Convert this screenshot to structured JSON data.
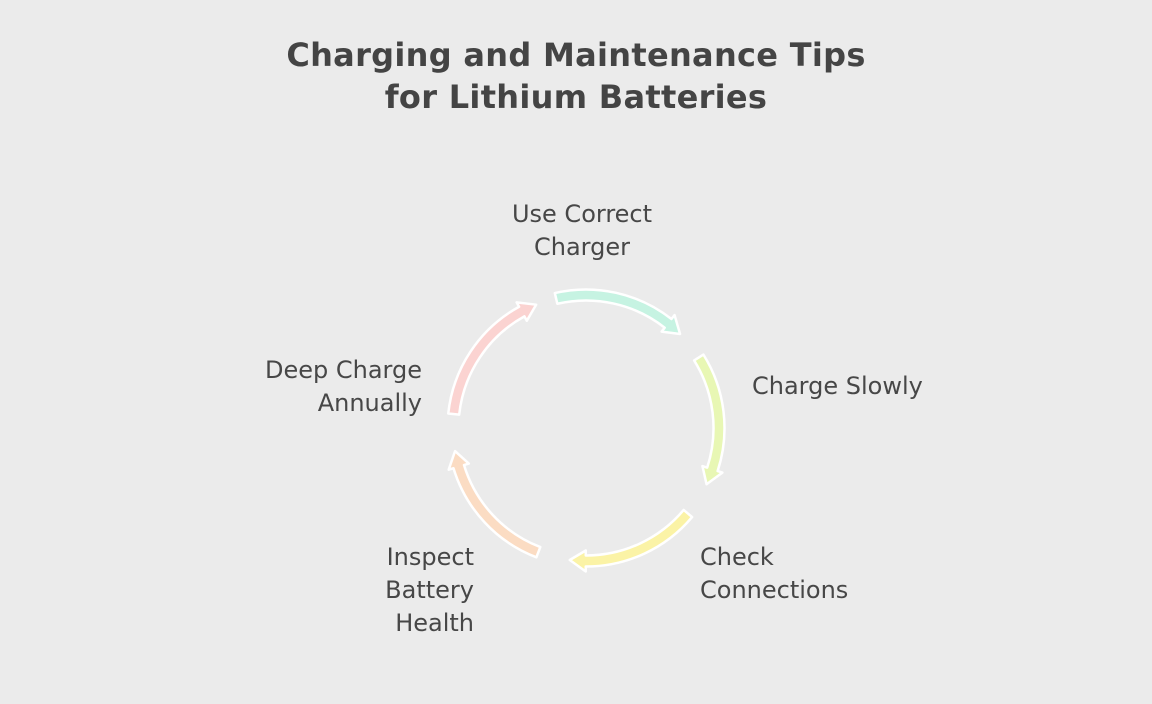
{
  "title": {
    "line1": "Charging and Maintenance Tips",
    "line2": "for Lithium Batteries"
  },
  "steps": [
    {
      "line1": "Use Correct",
      "line2": "Charger",
      "color": "#c6f3e2"
    },
    {
      "line1": "Charge Slowly",
      "line2": "",
      "color": "#e8f7b4"
    },
    {
      "line1": "Check",
      "line2": "Connections",
      "color": "#fbf3a6"
    },
    {
      "line1": "Inspect",
      "line2": "Battery",
      "line3": "Health",
      "color": "#fbdcc3"
    },
    {
      "line1": "Deep Charge",
      "line2": "Annually",
      "color": "#fbd3d1"
    }
  ]
}
